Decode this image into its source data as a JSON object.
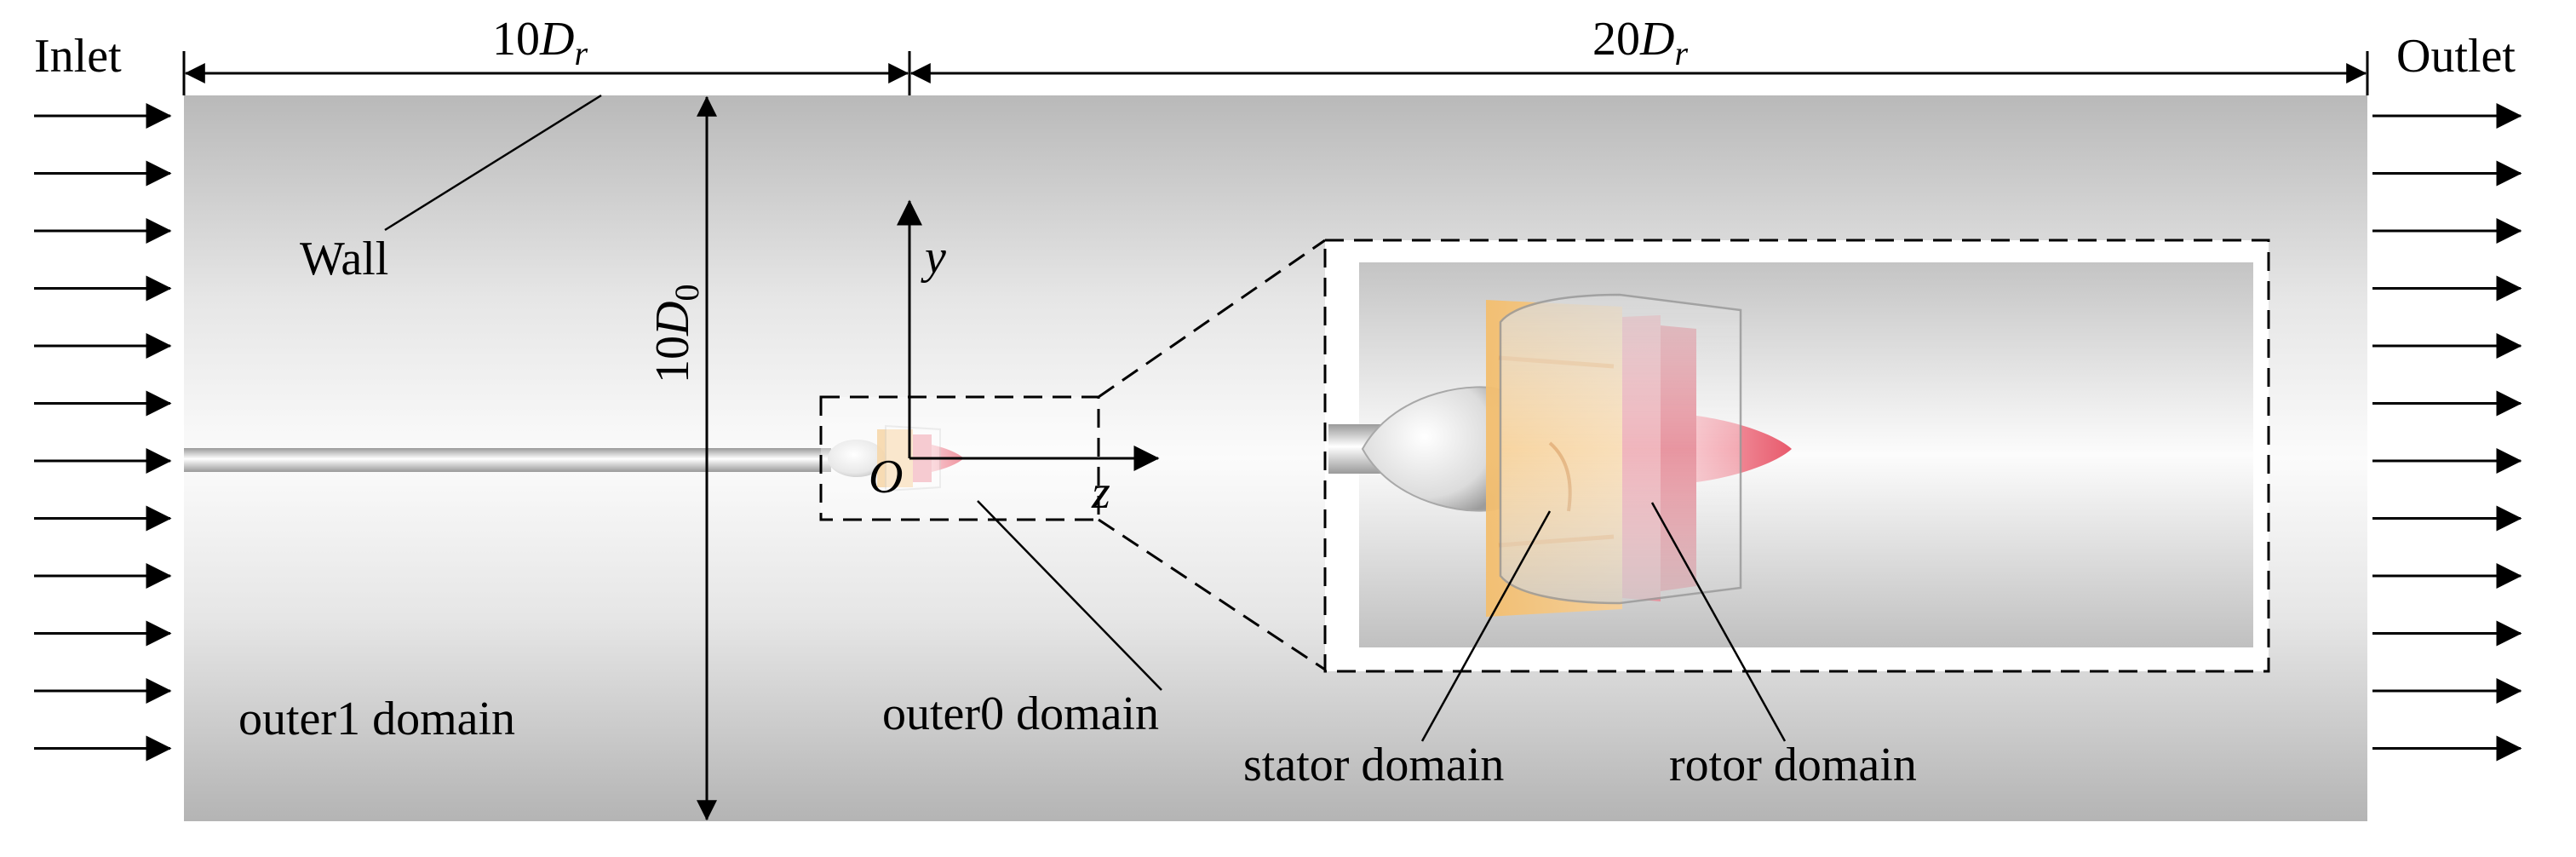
{
  "labels": {
    "inlet": "Inlet",
    "outlet": "Outlet",
    "wall": "Wall",
    "outer1_domain": "outer1 domain",
    "outer0_domain": "outer0 domain",
    "stator_domain": "stator domain",
    "rotor_domain": "rotor domain",
    "axis_y": "y",
    "axis_z": "z",
    "origin": "O"
  },
  "dimensions": {
    "upstream": {
      "factor": "10",
      "symbol": "D",
      "subscript": "r"
    },
    "downstream": {
      "factor": "20",
      "symbol": "D",
      "subscript": "r"
    },
    "height": {
      "factor": "10",
      "symbol": "D",
      "subscript": "0"
    }
  },
  "colors": {
    "domain_fill_dark": "#b4b4b4",
    "domain_fill_light": "#fafafa",
    "stator": "#f0b25a",
    "rotor": "#e0596e",
    "arrow": "#000000"
  }
}
